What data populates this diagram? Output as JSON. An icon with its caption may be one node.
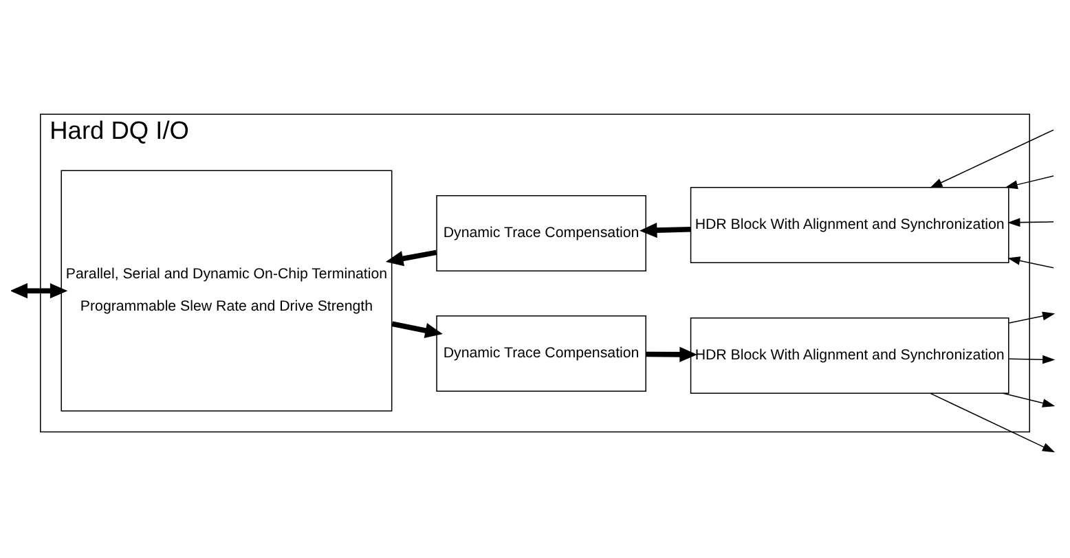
{
  "diagram": {
    "nodes": [
      {
        "text": [
          "Hard DQ I/O"
        ]
      },
      {
        "text": [
          "Parallel, Serial and Dynamic On-Chip Termination",
          "Programmable Slew Rate and Drive Strength"
        ],
        "in": 0
      },
      {
        "text": [
          "Dynamic Trace Compensation"
        ],
        "in": 0
      },
      {
        "text": [
          "HDR Block With Alignment and Synchronization"
        ],
        "in": 0
      },
      {
        "text": [
          "Dynamic Trace Compensation"
        ],
        "in": 0
      },
      {
        "text": [
          "HDR Block With Alignment and Synchronization"
        ],
        "in": 0
      }
    ],
    "edges": [
      {
        "from": null,
        "to": 1,
        "arrow": "both",
        "style": "thick"
      },
      {
        "from": 1,
        "to": 2,
        "arrow": "to",
        "style": "thick"
      },
      {
        "from": 2,
        "to": 3,
        "arrow": "to",
        "style": "thick"
      },
      {
        "from": 3,
        "to": null,
        "arrow": "to"
      },
      {
        "from": 3,
        "to": null,
        "arrow": "to"
      },
      {
        "from": 3,
        "to": null,
        "arrow": "to"
      },
      {
        "from": 3,
        "to": null,
        "arrow": "to"
      },
      {
        "from": null,
        "to": 5,
        "arrow": "to"
      },
      {
        "from": null,
        "to": 5,
        "arrow": "to"
      },
      {
        "from": null,
        "to": 5,
        "arrow": "to"
      },
      {
        "from": null,
        "to": 5,
        "arrow": "to"
      },
      {
        "from": 5,
        "to": 4,
        "arrow": "to",
        "style": "thick"
      },
      {
        "from": 4,
        "to": 1,
        "arrow": "to",
        "style": "thick"
      }
    ]
  }
}
